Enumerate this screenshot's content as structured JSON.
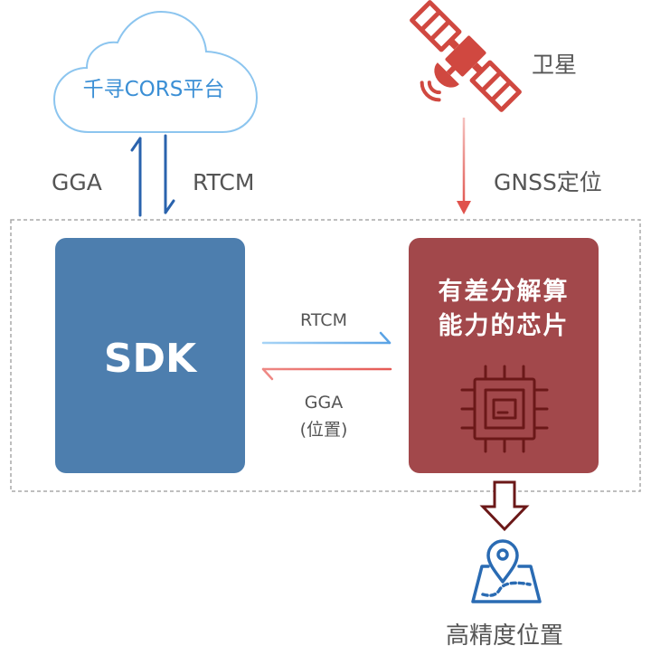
{
  "cloud": {
    "label": "千寻CORS平台",
    "icon": "cloud-icon"
  },
  "cors_link": {
    "up_label": "GGA",
    "down_label": "RTCM"
  },
  "satellite": {
    "label": "卫星",
    "icon": "satellite-icon"
  },
  "gnss_link": {
    "label": "GNSS定位"
  },
  "sdk": {
    "label": "SDK"
  },
  "chip": {
    "lines": [
      "有差分解算",
      "能力的芯片"
    ],
    "icon": "chip-icon"
  },
  "chip_link": {
    "to_chip_label": "RTCM",
    "to_sdk_label": "GGA",
    "to_sdk_sublabel": "(位置)"
  },
  "output": {
    "label": "高精度位置",
    "arrow_icon": "hollow-down-arrow-icon",
    "icon": "map-pin-icon"
  },
  "colors": {
    "sdk_box": "#4d7eae",
    "chip_box": "#a2484b",
    "cloud": "#8cc5ef",
    "cloud_text": "#3b8fd5",
    "satellite": "#d04840",
    "uplink_arrow": "#2a63ad",
    "chip_icon": "#6b1818",
    "map_pin": "#2a6bb3",
    "label_text": "#555555"
  }
}
